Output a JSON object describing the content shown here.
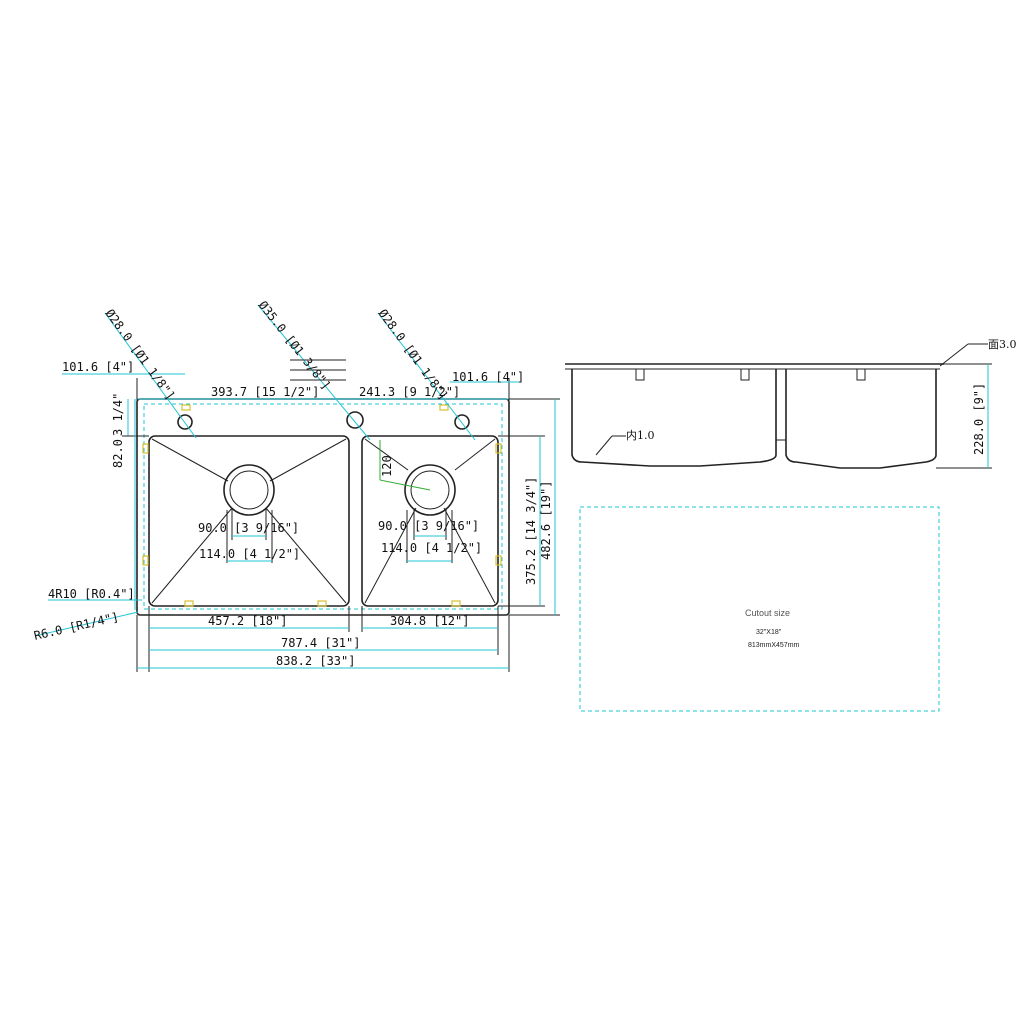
{
  "dimensions": {
    "hole_left": "Ø28.0 [Ø1 1/8\"]",
    "hole_center": "Ø35.0 [Ø1 3/8\"]",
    "hole_right": "Ø28.0 [Ø1 1/8\"]",
    "offset_left": "101.6 [4\"]",
    "offset_right": "101.6 [4\"]",
    "hole_spacing_left": "393.7 [15 1/2\"]",
    "hole_spacing_right": "241.3 [9 1/2\"]",
    "top_to_hole": "3 1/4\"",
    "deck_depth": "82.0",
    "drain_offset": "120",
    "drain_left": "90.0 [3 9/16\"]",
    "drain_left_outer": "114.0 [4 1/2\"]",
    "drain_right": "90.0 [3 9/16\"]",
    "drain_right_outer": "114.0 [4 1/2\"]",
    "bowl_depth": "375.2 [14 3/4\"]",
    "overall_depth": "482.6 [19\"]",
    "inner_radius": "4R10 [R0.4\"]",
    "corner_radius": "R6.0 [R1/4\"]",
    "bowl_left_width": "457.2 [18\"]",
    "bowl_right_width": "304.8 [12\"]",
    "inner_width": "787.4 [31\"]",
    "overall_width": "838.2 [33\"]",
    "thickness_face": "面3.0",
    "thickness_inner": "内1.0",
    "height": "228.0 [9\"]"
  },
  "cutout": {
    "title": "Cutout size",
    "size_in": "32\"X18\"",
    "size_mm": "813mmX457mm"
  }
}
